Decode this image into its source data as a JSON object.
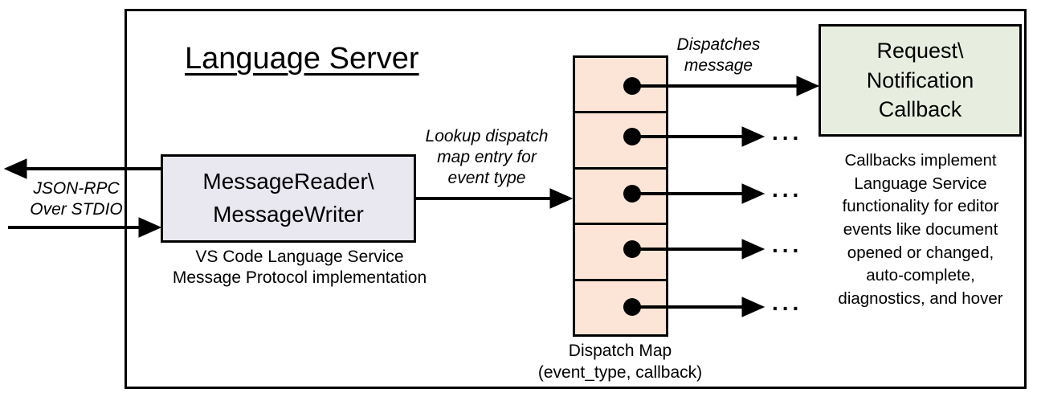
{
  "diagram": {
    "title": "Language Server",
    "io_label": {
      "line1": "JSON-RPC",
      "line2": "Over STDIO"
    },
    "message_box": {
      "line1": "MessageReader\\",
      "line2": "MessageWriter"
    },
    "message_caption": {
      "line1": "VS Code Language Service",
      "line2": "Message Protocol implementation"
    },
    "lookup_label": {
      "line1": "Lookup dispatch",
      "line2": "map entry for",
      "line3": "event type"
    },
    "dispatches_label": {
      "line1": "Dispatches",
      "line2": "message"
    },
    "callback_box": {
      "line1": "Request\\",
      "line2": "Notification",
      "line3": "Callback"
    },
    "callbacks_note": {
      "line1": "Callbacks implement",
      "line2": "Language Service",
      "line3": "functionality for editor",
      "line4": "events like document",
      "line5": "opened or changed,",
      "line6": "auto-complete,",
      "line7": "diagnostics, and hover"
    },
    "map_caption": {
      "line1": "Dispatch Map",
      "line2": "(event_type, callback)"
    },
    "ellipsis": "...",
    "colors": {
      "message_box_fill": "#e9e7ef",
      "dispatch_map_fill": "#fce5d6",
      "callback_box_fill": "#e7eedf",
      "line_color": "#000000"
    }
  }
}
